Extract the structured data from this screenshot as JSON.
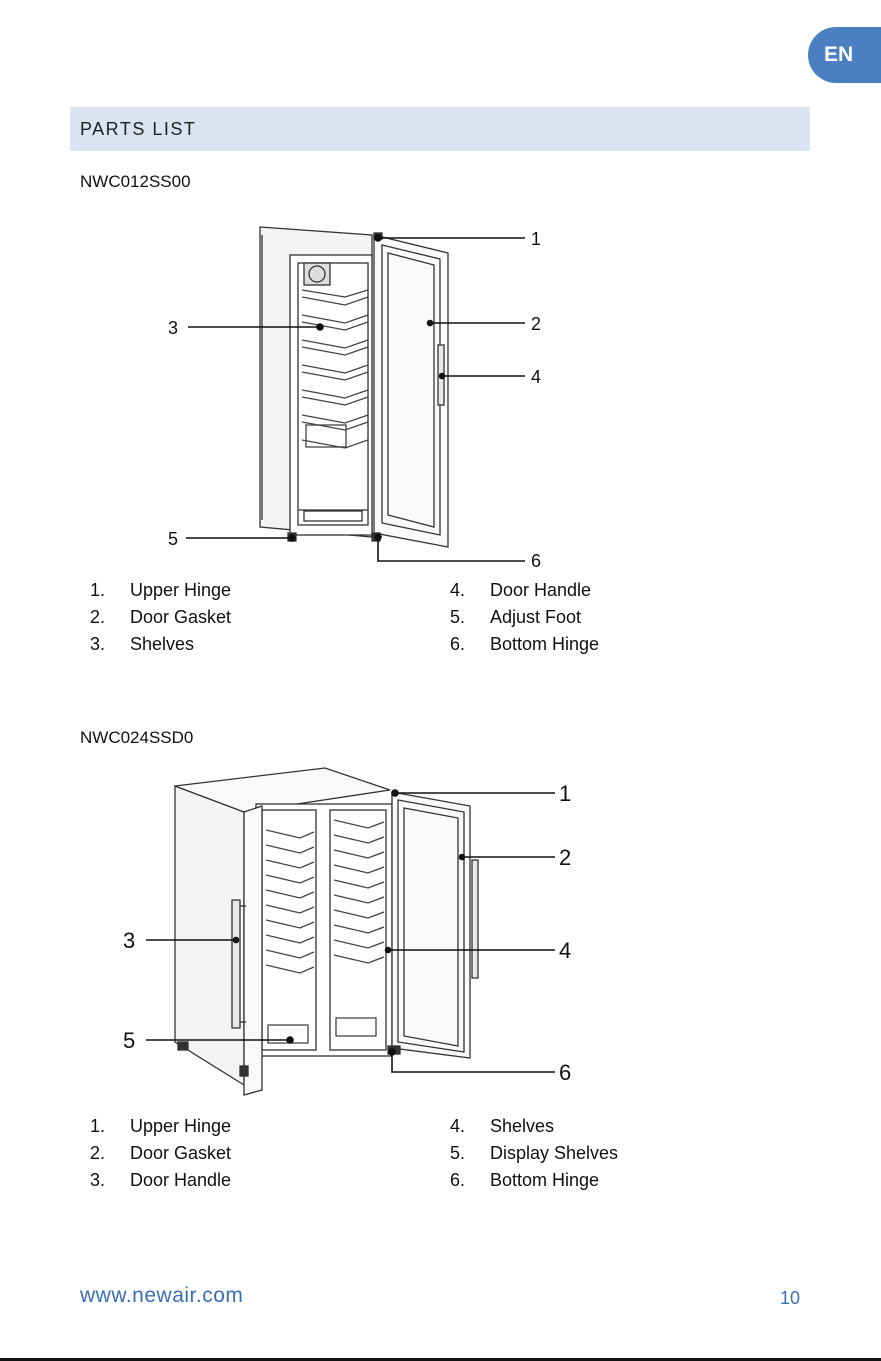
{
  "lang_tab": "EN",
  "section_title": "PARTS LIST",
  "models": [
    {
      "name": "NWC012SS00",
      "callouts": [
        "1",
        "2",
        "3",
        "4",
        "5",
        "6"
      ],
      "parts": [
        {
          "num": "1.",
          "label": "Upper Hinge"
        },
        {
          "num": "2.",
          "label": "Door Gasket"
        },
        {
          "num": "3.",
          "label": "Shelves"
        },
        {
          "num": "4.",
          "label": "Door Handle"
        },
        {
          "num": "5.",
          "label": "Adjust Foot"
        },
        {
          "num": "6.",
          "label": "Bottom Hinge"
        }
      ]
    },
    {
      "name": "NWC024SSD0",
      "callouts": [
        "1",
        "2",
        "3",
        "4",
        "5",
        "6"
      ],
      "parts": [
        {
          "num": "1.",
          "label": "Upper Hinge"
        },
        {
          "num": "2.",
          "label": "Door Gasket"
        },
        {
          "num": "3.",
          "label": "Door Handle"
        },
        {
          "num": "4.",
          "label": "Shelves"
        },
        {
          "num": "5.",
          "label": "Display Shelves"
        },
        {
          "num": "6.",
          "label": "Bottom Hinge"
        }
      ]
    }
  ],
  "footer": {
    "url": "www.newair.com",
    "page_number": "10"
  }
}
